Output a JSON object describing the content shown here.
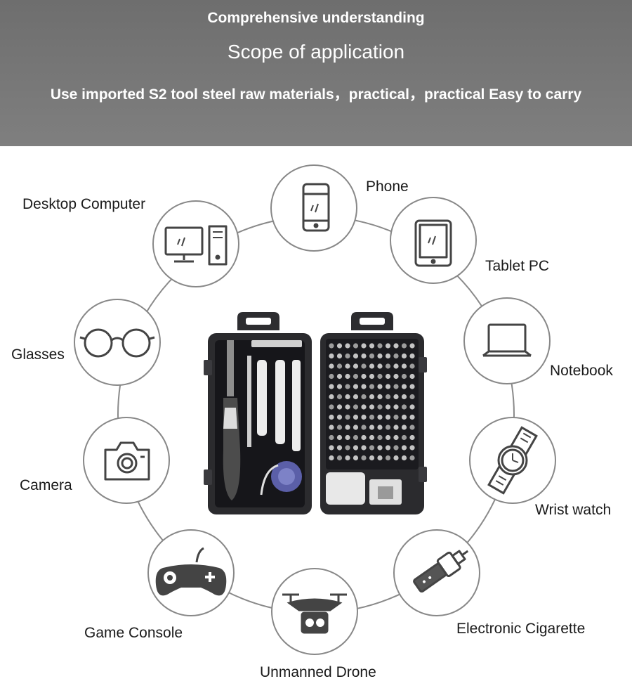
{
  "header": {
    "line1": "Comprehensive understanding",
    "line2": "Scope of application",
    "line3": "Use imported S2 tool steel raw materials，practical，practical Easy to carry"
  },
  "applications": [
    {
      "label": "Phone",
      "icon": "phone-icon"
    },
    {
      "label": "Tablet PC",
      "icon": "tablet-icon"
    },
    {
      "label": "Notebook",
      "icon": "laptop-icon"
    },
    {
      "label": "Wrist watch",
      "icon": "wristwatch-icon"
    },
    {
      "label": "Electronic Cigarette",
      "icon": "vape-icon"
    },
    {
      "label": "Unmanned Drone",
      "icon": "drone-icon"
    },
    {
      "label": "Game Console",
      "icon": "gamepad-icon"
    },
    {
      "label": "Camera",
      "icon": "camera-icon"
    },
    {
      "label": "Glasses",
      "icon": "glasses-icon"
    },
    {
      "label": "Desktop Computer",
      "icon": "desktop-computer-icon"
    }
  ],
  "colors": {
    "header_bg": "#757575",
    "ring": "#888888",
    "icon": "#444444",
    "case": "#2b2b2e"
  }
}
